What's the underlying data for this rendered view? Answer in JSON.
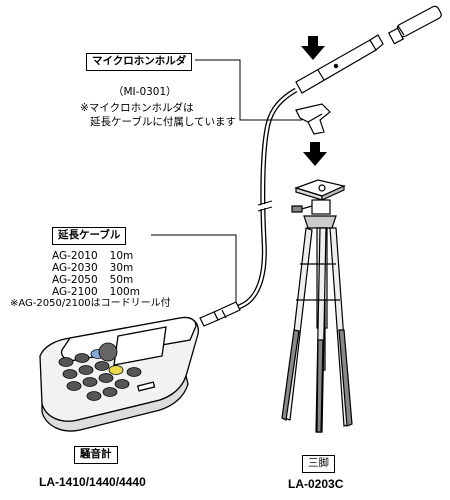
{
  "mic_holder": {
    "label": "マイクロホンホルダ",
    "model": "（MI-0301）",
    "note_line1": "※マイクロホンホルダは",
    "note_line2": "延長ケーブルに付属しています"
  },
  "ext_cable": {
    "label": "延長ケーブル",
    "items": [
      {
        "model": "AG-2010",
        "length": "10m"
      },
      {
        "model": "AG-2030",
        "length": "30m"
      },
      {
        "model": "AG-2050",
        "length": "50m"
      },
      {
        "model": "AG-2100",
        "length": "100m"
      }
    ],
    "note": "※AG-2050/2100はコードリール付"
  },
  "sound_meter": {
    "label": "騒音計",
    "models": "LA-1410/1440/4440"
  },
  "tripod": {
    "label": "三脚",
    "model": "LA-0203C"
  }
}
